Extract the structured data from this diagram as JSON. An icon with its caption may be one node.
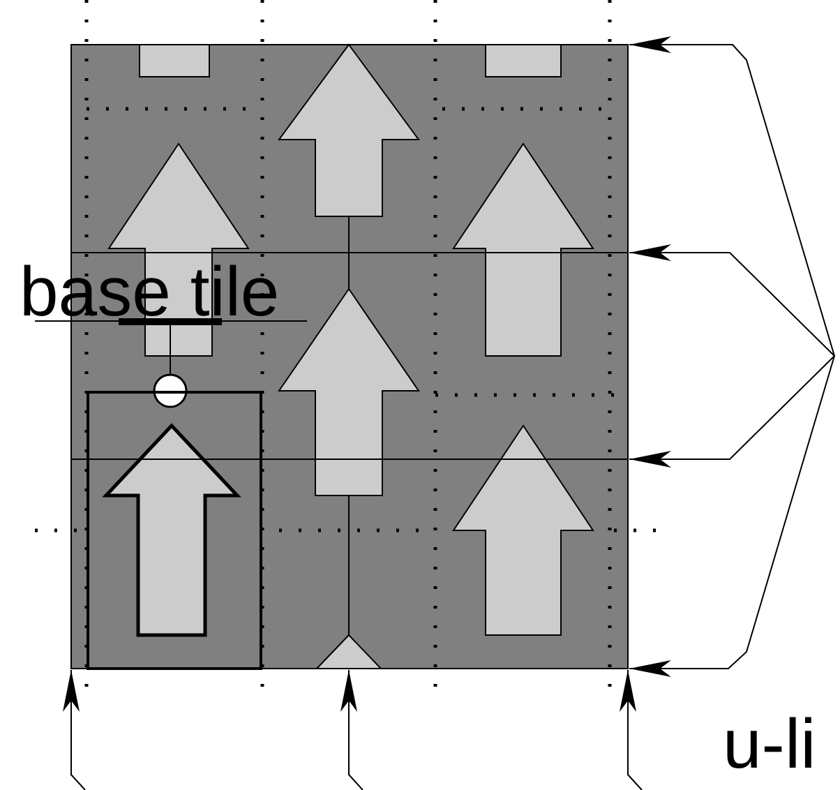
{
  "diagram": {
    "nodes": [
      {
        "text": [
          "base tile"
        ]
      },
      {
        "text": [],
        "shape": "box"
      }
    ],
    "edges": [
      {
        "from": 0,
        "to": 1,
        "arrow": "other"
      }
    ],
    "labels": [
      "u-li"
    ]
  }
}
